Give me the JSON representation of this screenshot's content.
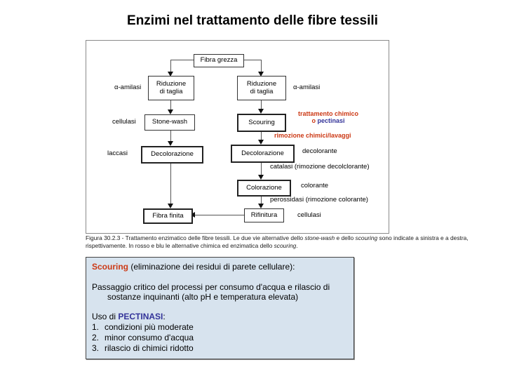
{
  "title": "Enzimi nel trattamento delle fibre tessili",
  "flowchart": {
    "nodes": {
      "fibra_grezza": "Fibra grezza",
      "riduzione_line1": "Riduzione",
      "riduzione_line2": "di taglia",
      "stone_wash": "Stone-wash",
      "scouring": "Scouring",
      "decolorazione_sx": "Decolorazione",
      "decolorazione_dx": "Decolorazione",
      "colorazione": "Colorazione",
      "rifinitura": "Rifinitura",
      "fibra_finita": "Fibra finita"
    },
    "enzyme_labels": {
      "alfa_amilasi_sx": "α-amilasi",
      "alfa_amilasi_dx": "α-amilasi",
      "cellulasi_sx": "cellulasi",
      "laccasi": "laccasi",
      "decolorante": "decolorante",
      "catalasi": "catalasi (rimozione decolclorante)",
      "colorante": "colorante",
      "perossidasi": "perossidasi (rimozione colorante)",
      "cellulasi_dx": "cellulasi"
    },
    "chem_notes": {
      "trattamento_chimico": "trattamento chimico",
      "o_prefix": "o ",
      "pectinasi": "pectinasi",
      "rimozione": "rimozione chimici/lavaggi"
    }
  },
  "caption": {
    "segments": [
      "Figura 30.2.3 - Trattamento enzimatico delle fibre tessili. Le due vie alternative dello ",
      "stone-wash",
      " e dello ",
      "scouring",
      " sono indicate a sinistra e a destra, rispettivamente. In rosso e blu le alternative chimica ed enzimatica dello ",
      "scouring",
      "."
    ]
  },
  "scouring_box": {
    "heading_term": "Scouring",
    "heading_rest": " (eliminazione dei residui di parete cellulare):",
    "para_line1": "Passaggio critico del processi per consumo d'acqua e rilascio di",
    "para_line2": "sostanze inquinanti (alto pH e temperatura elevata)",
    "uso_prefix": "Uso di ",
    "uso_term": "PECTINASI",
    "uso_suffix": ":",
    "list_numbers": [
      "1.",
      "2.",
      "3."
    ],
    "list": [
      "condizioni più moderate",
      "minor consumo d'acqua",
      "rilascio di chimici ridotto"
    ]
  },
  "colors": {
    "accent_red": "#cc3915",
    "accent_blue": "#333399",
    "infobox_bg": "#d7e3ee"
  }
}
